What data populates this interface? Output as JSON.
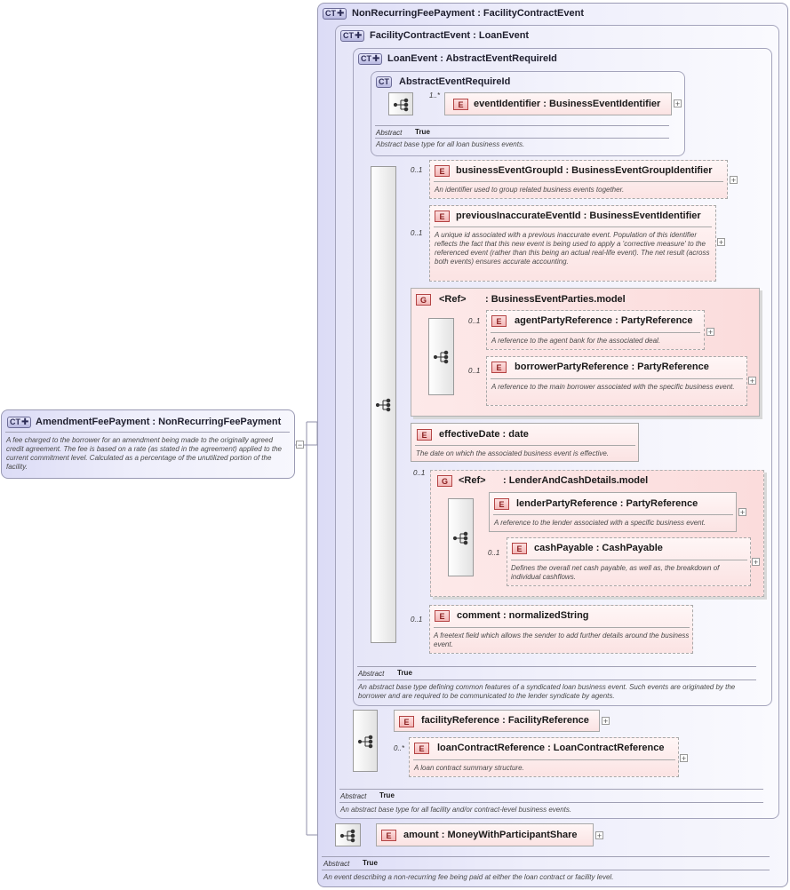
{
  "root": {
    "badge": "CT",
    "title": "AmendmentFeePayment : NonRecurringFeePayment",
    "desc": "A fee charged to the borrower for an amendment being made to the originally agreed credit agreement. The fee is based on a rate (as stated in the agreement) applied to the current commitment level. Calculated as a percentage of the unutilized portion of the facility.",
    "collapse": "−"
  },
  "ct1": {
    "badge": "CT",
    "title": "NonRecurringFeePayment : FacilityContractEvent",
    "abstract_label": "Abstract",
    "abstract_value": "True",
    "desc": "An event describing a non-recurring fee being paid at either the loan contract or facility level."
  },
  "ct2": {
    "badge": "CT",
    "title": "FacilityContractEvent : LoanEvent",
    "abstract_label": "Abstract",
    "abstract_value": "True",
    "desc": "An abstract base type for all facility and/or contract-level business events."
  },
  "ct3": {
    "badge": "CT",
    "title": "LoanEvent : AbstractEventRequireId",
    "abstract_label": "Abstract",
    "abstract_value": "True",
    "desc": "An abstract base type defining common features of a syndicated loan business event. Such events are originated by the borrower and are required to be communicated to the lender syndicate by agents."
  },
  "ct4": {
    "badge": "CT",
    "title": "AbstractEventRequireId",
    "abstract_label": "Abstract",
    "abstract_value": "True",
    "desc": "Abstract base type for all loan business events."
  },
  "elements": {
    "eventIdentifier": {
      "badge": "E",
      "name": "eventIdentifier : BusinessEventIdentifier",
      "occ": "1..*"
    },
    "businessEventGroupId": {
      "badge": "E",
      "name": "businessEventGroupId : BusinessEventGroupIdentifier",
      "occ": "0..1",
      "desc": "An identifier used to group related business events together."
    },
    "previousInaccurateEventId": {
      "badge": "E",
      "name": "previousInaccurateEventId : BusinessEventIdentifier",
      "occ": "0..1",
      "desc": "A unique id associated with a previous inaccurate event. Population of this identifier reflects the fact that this new event is being used to apply a 'corrective measure' to the referenced event (rather than this being an actual real-life event). The net result (across both events) ensures accurate accounting."
    },
    "parties_group": {
      "badge": "G",
      "ref": "<Ref>",
      "name": ": BusinessEventParties.model"
    },
    "agentPartyReference": {
      "badge": "E",
      "name": "agentPartyReference : PartyReference",
      "occ": "0..1",
      "desc": "A reference to the agent bank for the associated deal."
    },
    "borrowerPartyReference": {
      "badge": "E",
      "name": "borrowerPartyReference : PartyReference",
      "occ": "0..1",
      "desc": "A reference to the main borrower associated with the specific business event."
    },
    "effectiveDate": {
      "badge": "E",
      "name": "effectiveDate : date",
      "desc": "The date on which the associated business event is effective."
    },
    "lender_group": {
      "badge": "G",
      "ref": "<Ref>",
      "name": ": LenderAndCashDetails.model",
      "occ": "0..1"
    },
    "lenderPartyReference": {
      "badge": "E",
      "name": "lenderPartyReference : PartyReference",
      "desc": "A reference to the lender associated with a specific business event."
    },
    "cashPayable": {
      "badge": "E",
      "name": "cashPayable : CashPayable",
      "occ": "0..1",
      "desc": "Defines the overall net cash payable, as well as, the breakdown of individual cashflows."
    },
    "comment": {
      "badge": "E",
      "name": "comment : normalizedString",
      "occ": "0..1",
      "desc": "A freetext field which allows the sender to add further details around the business event."
    },
    "facilityReference": {
      "badge": "E",
      "name": "facilityReference : FacilityReference"
    },
    "loanContractReference": {
      "badge": "E",
      "name": "loanContractReference : LoanContractReference",
      "occ": "0..*",
      "desc": "A loan contract summary structure."
    },
    "amount": {
      "badge": "E",
      "name": "amount : MoneyWithParticipantShare"
    }
  },
  "icons": {
    "sequence": "sequence-compositor-icon",
    "expand": "+"
  }
}
